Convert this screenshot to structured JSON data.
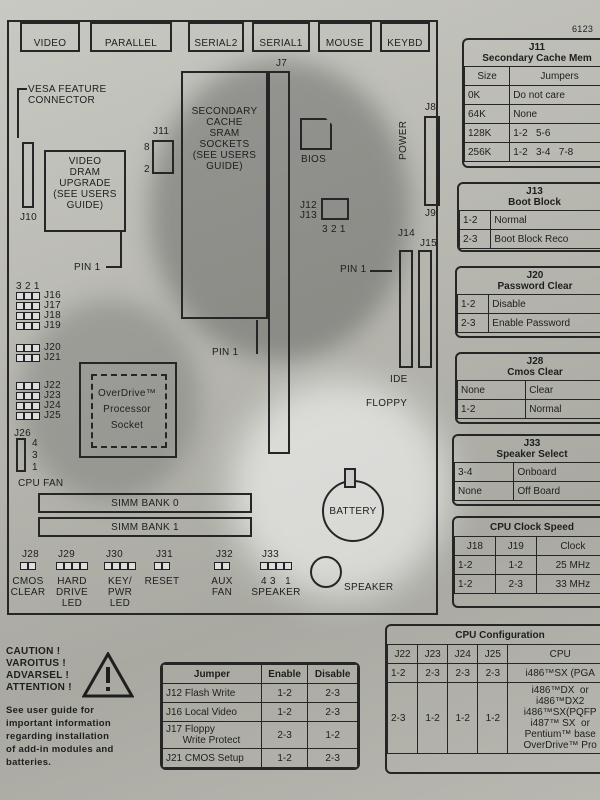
{
  "part_no": "6123",
  "ports": [
    "VIDEO",
    "PARALLEL",
    "SERIAL2",
    "SERIAL1",
    "MOUSE",
    "KEYBD"
  ],
  "board": {
    "vesa": "VESA FEATURE\nCONNECTOR",
    "j10": "J10",
    "video_dram": "VIDEO\nDRAM\nUPGRADE\n(SEE USERS\nGUIDE)",
    "pin1": "PIN 1",
    "j11": "J11",
    "j11_pins": [
      "8",
      "2"
    ],
    "cache": "SECONDARY\nCACHE\nSRAM\nSOCKETS\n(SEE USERS\nGUIDE)",
    "j7": "J7",
    "bios": "BIOS",
    "j8": "J8",
    "power": "POWER",
    "j9": "J9",
    "j12": "J12",
    "j13": "J13",
    "j12_pins": "3 2 1",
    "j14": "J14",
    "j15": "J15",
    "ide": "IDE",
    "floppy": "FLOPPY",
    "j_group_a": [
      "J16",
      "J17",
      "J18",
      "J19"
    ],
    "j_group_a_pins": "3 2 1",
    "j_group_b": [
      "J20",
      "J21"
    ],
    "j_group_c": [
      "J22",
      "J23",
      "J24",
      "J25"
    ],
    "overdrive": "OverDrive™\nProcessor\nSocket",
    "j26": "J26",
    "j26_pins": [
      "4",
      "3",
      "1"
    ],
    "cpu_fan": "CPU FAN",
    "simm0": "SIMM BANK 0",
    "simm1": "SIMM BANK 1",
    "battery": "BATTERY",
    "speaker": "SPEAKER",
    "bottom_headers": [
      {
        "id": "J28",
        "label": "CMOS\nCLEAR"
      },
      {
        "id": "J29",
        "label": "HARD\nDRIVE\nLED"
      },
      {
        "id": "J30",
        "label": "KEY/\nPWR\nLED"
      },
      {
        "id": "J31",
        "label": "RESET"
      },
      {
        "id": "J32",
        "label": "AUX\nFAN"
      },
      {
        "id": "J33",
        "label": "4 3   1\nSPEAKER"
      }
    ]
  },
  "caution": {
    "lines": [
      "CAUTION !",
      "VAROITUS !",
      "ADVARSEL !",
      "ATTENTION !"
    ],
    "note": "See user guide for\nimportant information\nregarding installation\nof add-in modules and\nbatteries."
  },
  "jumper_table": {
    "headers": [
      "Jumper",
      "Enable",
      "Disable"
    ],
    "rows": [
      [
        "J12 Flash Write",
        "1-2",
        "2-3"
      ],
      [
        "J16 Local Video",
        "1-2",
        "2-3"
      ],
      [
        "J17 Floppy\n      Write Protect",
        "2-3",
        "1-2"
      ],
      [
        "J21 CMOS Setup",
        "1-2",
        "2-3"
      ]
    ]
  },
  "j11_table": {
    "title": "J11\nSecondary Cache Mem",
    "headers": [
      "Size",
      "Jumpers"
    ],
    "rows": [
      [
        "0K",
        "Do not care"
      ],
      [
        "64K",
        "None"
      ],
      [
        "128K",
        "1-2   5-6"
      ],
      [
        "256K",
        "1-2   3-4   7-8"
      ]
    ]
  },
  "j13_table": {
    "title": "J13\nBoot Block",
    "rows": [
      [
        "1-2",
        "Normal"
      ],
      [
        "2-3",
        "Boot Block Reco"
      ]
    ]
  },
  "j20_table": {
    "title": "J20\nPassword Clear",
    "rows": [
      [
        "1-2",
        "Disable"
      ],
      [
        "2-3",
        "Enable Password"
      ]
    ]
  },
  "j28_table": {
    "title": "J28\nCmos Clear",
    "rows": [
      [
        "None",
        "Clear"
      ],
      [
        "1-2",
        "Normal"
      ]
    ]
  },
  "j33_table": {
    "title": "J33\nSpeaker Select",
    "rows": [
      [
        "3-4",
        "Onboard"
      ],
      [
        "None",
        "Off Board"
      ]
    ]
  },
  "clock_table": {
    "title": "CPU Clock Speed",
    "headers": [
      "J18",
      "J19",
      "Clock"
    ],
    "rows": [
      [
        "1-2",
        "1-2",
        "25 MHz"
      ],
      [
        "1-2",
        "2-3",
        "33 MHz"
      ]
    ]
  },
  "config_table": {
    "title": "CPU Configuration",
    "headers": [
      "J22",
      "J23",
      "J24",
      "J25",
      "CPU"
    ],
    "rows": [
      [
        "1-2",
        "2-3",
        "2-3",
        "2-3",
        "i486™SX (PGA"
      ],
      [
        "2-3",
        "1-2",
        "1-2",
        "1-2",
        "i486™DX  or\ni486™DX2\ni486™SX(PQFP\ni487™ SX  or\nPentium™ base\nOverDrive™ Pro"
      ]
    ]
  }
}
